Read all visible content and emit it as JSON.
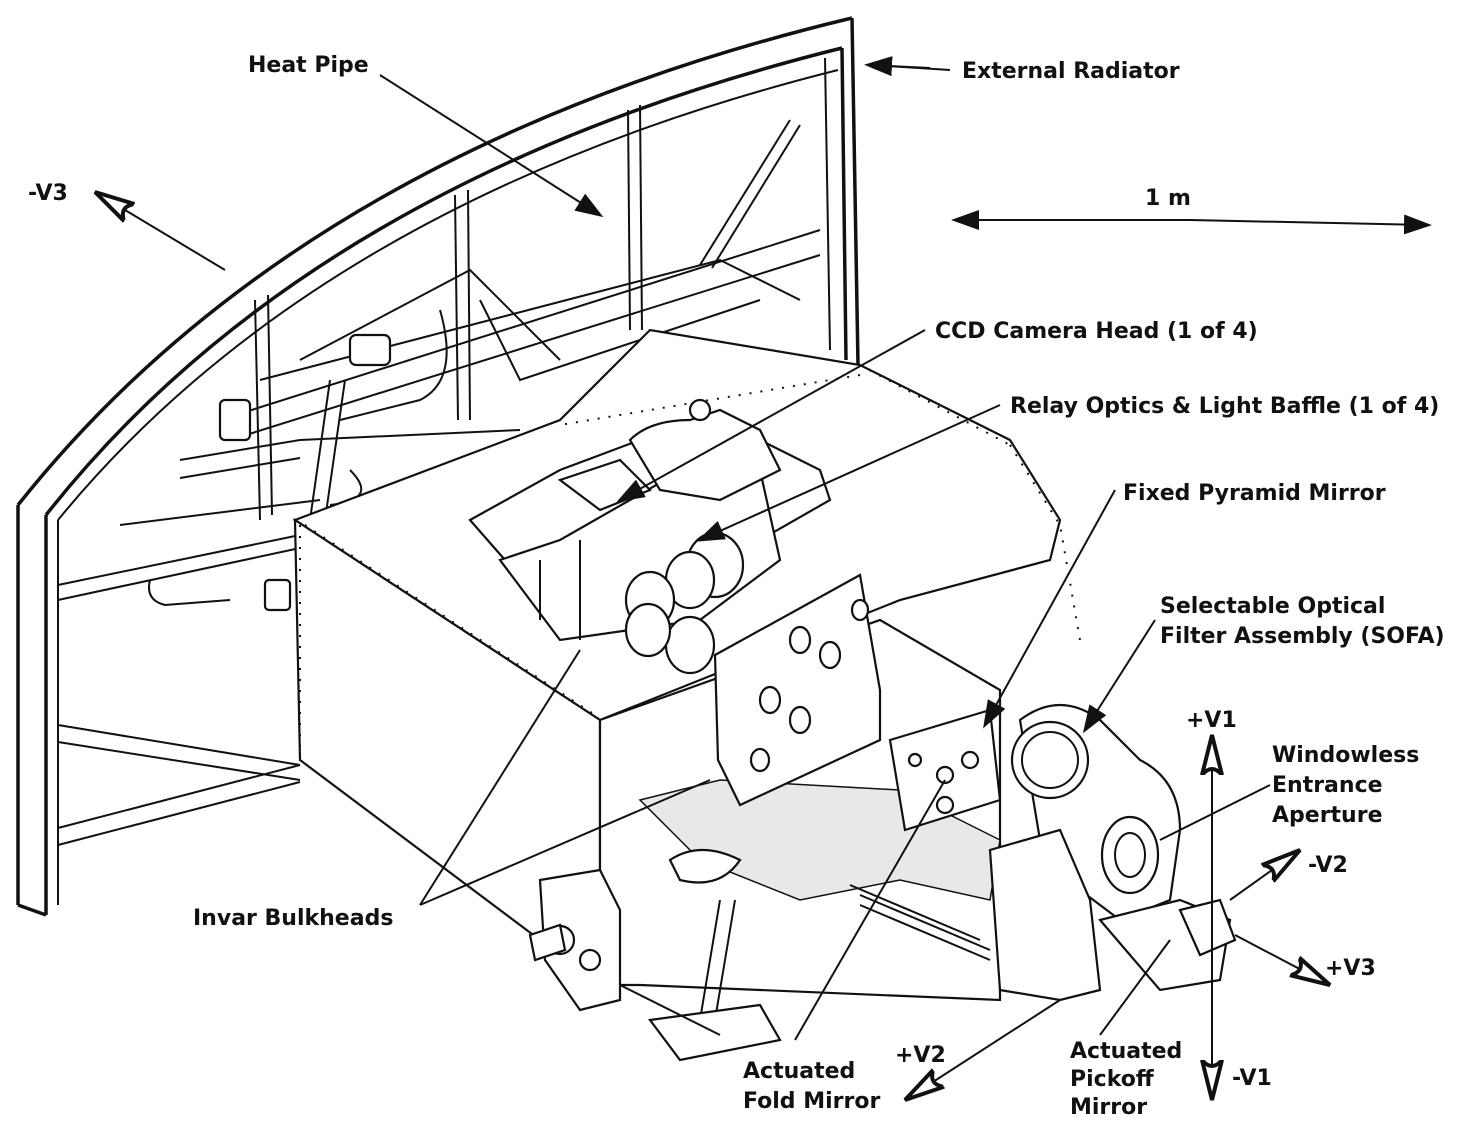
{
  "labels": {
    "heat_pipe": "Heat Pipe",
    "external_radiator": "External Radiator",
    "minus_v3": "-V3",
    "scale": "1 m",
    "ccd_camera_head": "CCD Camera Head (1 of 4)",
    "relay_optics": "Relay Optics & Light Baffle (1 of 4)",
    "fixed_pyramid_mirror": "Fixed Pyramid Mirror",
    "sofa_line1": "Selectable Optical",
    "sofa_line2": "Filter Assembly (SOFA)",
    "plus_v1": "+V1",
    "windowless_line1": "Windowless",
    "windowless_line2": "Entrance",
    "windowless_line3": "Aperture",
    "minus_v2": "-V2",
    "plus_v3": "+V3",
    "minus_v1": "-V1",
    "invar_bulkheads": "Invar Bulkheads",
    "actuated_fold_line1": "Actuated",
    "actuated_fold_line2": "Fold Mirror",
    "plus_v2": "+V2",
    "actuated_pickoff_line1": "Actuated",
    "actuated_pickoff_line2": "Pickoff",
    "actuated_pickoff_line3": "Mirror"
  },
  "colors": {
    "ink": "#111111",
    "paper": "#ffffff"
  }
}
